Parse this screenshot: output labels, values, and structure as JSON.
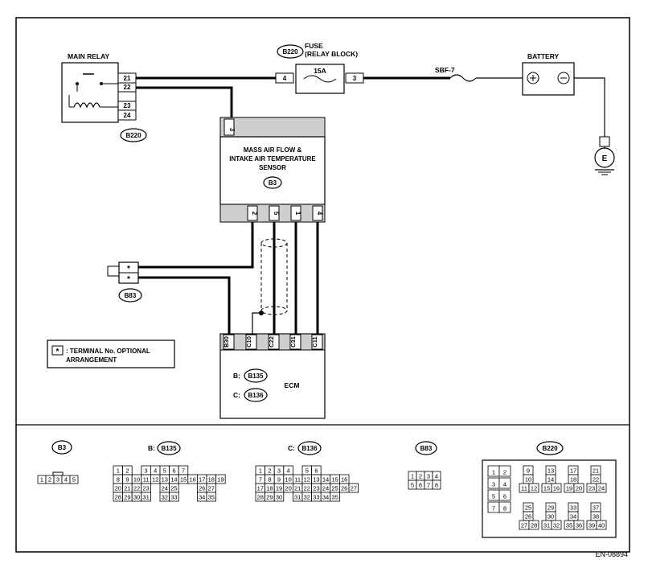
{
  "diagram": {
    "main_relay": {
      "title": "MAIN RELAY",
      "terminals": [
        "21",
        "22",
        "23",
        "24"
      ],
      "connector": "B220"
    },
    "fuse": {
      "title": "FUSE",
      "subtitle": "(RELAY BLOCK)",
      "connector": "B220",
      "rating": "15A",
      "pin_left": "4",
      "pin_right": "3"
    },
    "sbf": "SBF-7",
    "battery": {
      "title": "BATTERY",
      "ground": "E"
    },
    "maf_sensor": {
      "line1": "MASS AIR FLOW &",
      "line2": "INTAKE AIR TEMPERATURE",
      "line3": "SENSOR",
      "connector": "B3",
      "top_pin": "3",
      "bottom_pins": [
        "2",
        "5",
        "1",
        "4"
      ]
    },
    "b83": {
      "connector": "B83",
      "pins": [
        "*",
        "*"
      ]
    },
    "legend": {
      "symbol": "*",
      "text1": ": TERMINAL No. OPTIONAL",
      "text2": "ARRANGEMENT"
    },
    "ecm": {
      "title": "ECM",
      "pins": [
        "B30",
        "C10",
        "C22",
        "C31",
        "C11"
      ],
      "b_prefix": "B:",
      "b_connector": "B135",
      "c_prefix": "C:",
      "c_connector": "B136"
    }
  },
  "connectors": {
    "b3": {
      "label": "B3",
      "pins": [
        "1",
        "2",
        "3",
        "4",
        "5"
      ]
    },
    "b135": {
      "prefix": "B:",
      "label": "B135",
      "rows": [
        [
          "1",
          "2",
          "",
          "3",
          "4",
          "5",
          "6",
          "7"
        ],
        [
          "8",
          "9",
          "10",
          "11",
          "12",
          "13",
          "14",
          "15",
          "16",
          "17",
          "18",
          "19"
        ],
        [
          "20",
          "21",
          "22",
          "23",
          "",
          "24",
          "25",
          "",
          "",
          "26",
          "27"
        ],
        [
          "28",
          "29",
          "30",
          "31",
          "",
          "32",
          "33",
          "",
          "",
          "34",
          "35"
        ]
      ]
    },
    "b136": {
      "prefix": "C:",
      "label": "B136",
      "rows": [
        [
          "1",
          "2",
          "3",
          "4",
          "",
          "5",
          "6"
        ],
        [
          "7",
          "8",
          "9",
          "10",
          "11",
          "12",
          "13",
          "14",
          "15",
          "16"
        ],
        [
          "17",
          "18",
          "19",
          "20",
          "21",
          "22",
          "23",
          "24",
          "25",
          "26",
          "27"
        ],
        [
          "28",
          "29",
          "30",
          "",
          "31",
          "32",
          "33",
          "34",
          "35"
        ]
      ]
    },
    "b83": {
      "label": "B83",
      "rows": [
        [
          "1",
          "2",
          "3",
          "4"
        ],
        [
          "5",
          "6",
          "7",
          "8"
        ]
      ]
    },
    "b220": {
      "label": "B220",
      "groups": [
        [
          "1",
          "2",
          "3",
          "4",
          "5",
          "6",
          "7",
          "8"
        ],
        [
          "9",
          "10",
          "11",
          "12"
        ],
        [
          "13",
          "14",
          "15",
          "16"
        ],
        [
          "17",
          "18",
          "19",
          "20"
        ],
        [
          "21",
          "22",
          "23",
          "24"
        ],
        [
          "25",
          "26",
          "27",
          "28"
        ],
        [
          "29",
          "30",
          "31",
          "32"
        ],
        [
          "33",
          "34",
          "35",
          "36"
        ],
        [
          "37",
          "38",
          "39",
          "40"
        ]
      ]
    }
  },
  "footer": {
    "code": "EN-08894"
  }
}
